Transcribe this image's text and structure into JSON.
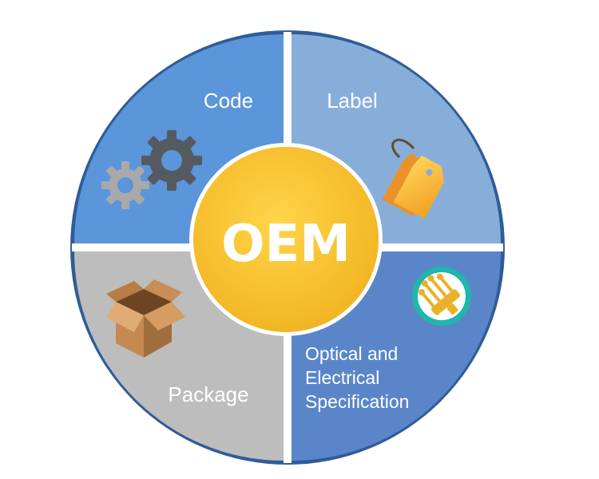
{
  "center": {
    "label": "OEM",
    "color": "#f7c12f"
  },
  "quadrants": [
    {
      "position": "top-left",
      "label": "Code",
      "color": "#5b95da",
      "icon": "gears-icon"
    },
    {
      "position": "top-right",
      "label": "Label",
      "color": "#87aed9",
      "icon": "price-tag-icon"
    },
    {
      "position": "bottom-left",
      "label": "Package",
      "color": "#bdbdbd",
      "icon": "cardboard-box-icon"
    },
    {
      "position": "bottom-right",
      "label_lines": [
        "Optical and",
        "Electrical",
        "Specification"
      ],
      "color": "#5a86c9",
      "icon": "fiber-connector-icon"
    }
  ]
}
